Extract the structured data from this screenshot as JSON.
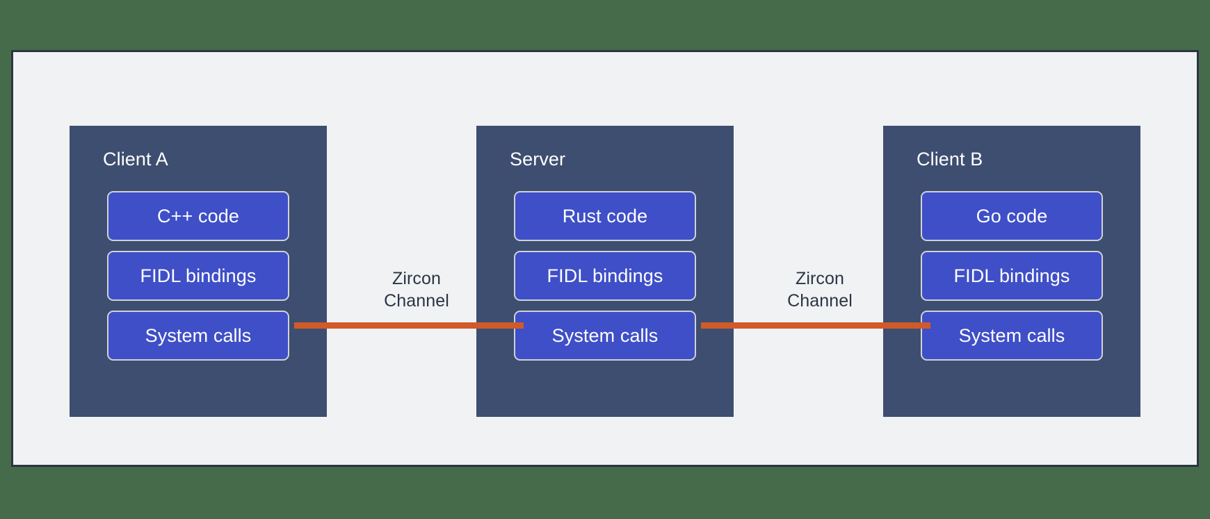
{
  "page": {
    "background_color": "#466B4B",
    "frame_fill": "#F1F2F4",
    "frame_border_color": "#2A3544"
  },
  "theme": {
    "panel_color": "#3D4E70",
    "box_color": "#3F4FC7",
    "box_border_color": "#CFD2D6",
    "connector_color": "#D05A28",
    "panel_title_color": "#FFFFFF",
    "box_text_color": "#FFFFFF",
    "channel_label_color": "#2A3544"
  },
  "diagram": {
    "type": "block-diagram",
    "nodes": [
      {
        "id": "client-a",
        "title": "Client A",
        "layers": [
          {
            "id": "cpp-code",
            "label": "C++ code"
          },
          {
            "id": "fidl-bindings",
            "label": "FIDL bindings"
          },
          {
            "id": "system-calls",
            "label": "System calls"
          }
        ]
      },
      {
        "id": "server",
        "title": "Server",
        "layers": [
          {
            "id": "rust-code",
            "label": "Rust code"
          },
          {
            "id": "fidl-bindings",
            "label": "FIDL bindings"
          },
          {
            "id": "system-calls",
            "label": "System calls"
          }
        ]
      },
      {
        "id": "client-b",
        "title": "Client B",
        "layers": [
          {
            "id": "go-code",
            "label": "Go code"
          },
          {
            "id": "fidl-bindings",
            "label": "FIDL bindings"
          },
          {
            "id": "system-calls",
            "label": "System calls"
          }
        ]
      }
    ],
    "connectors": [
      {
        "id": "channel-left",
        "from": "client-a.system-calls",
        "to": "server.system-calls",
        "label_line1": "Zircon",
        "label_line2": "Channel"
      },
      {
        "id": "channel-right",
        "from": "server.system-calls",
        "to": "client-b.system-calls",
        "label_line1": "Zircon",
        "label_line2": "Channel"
      }
    ]
  }
}
